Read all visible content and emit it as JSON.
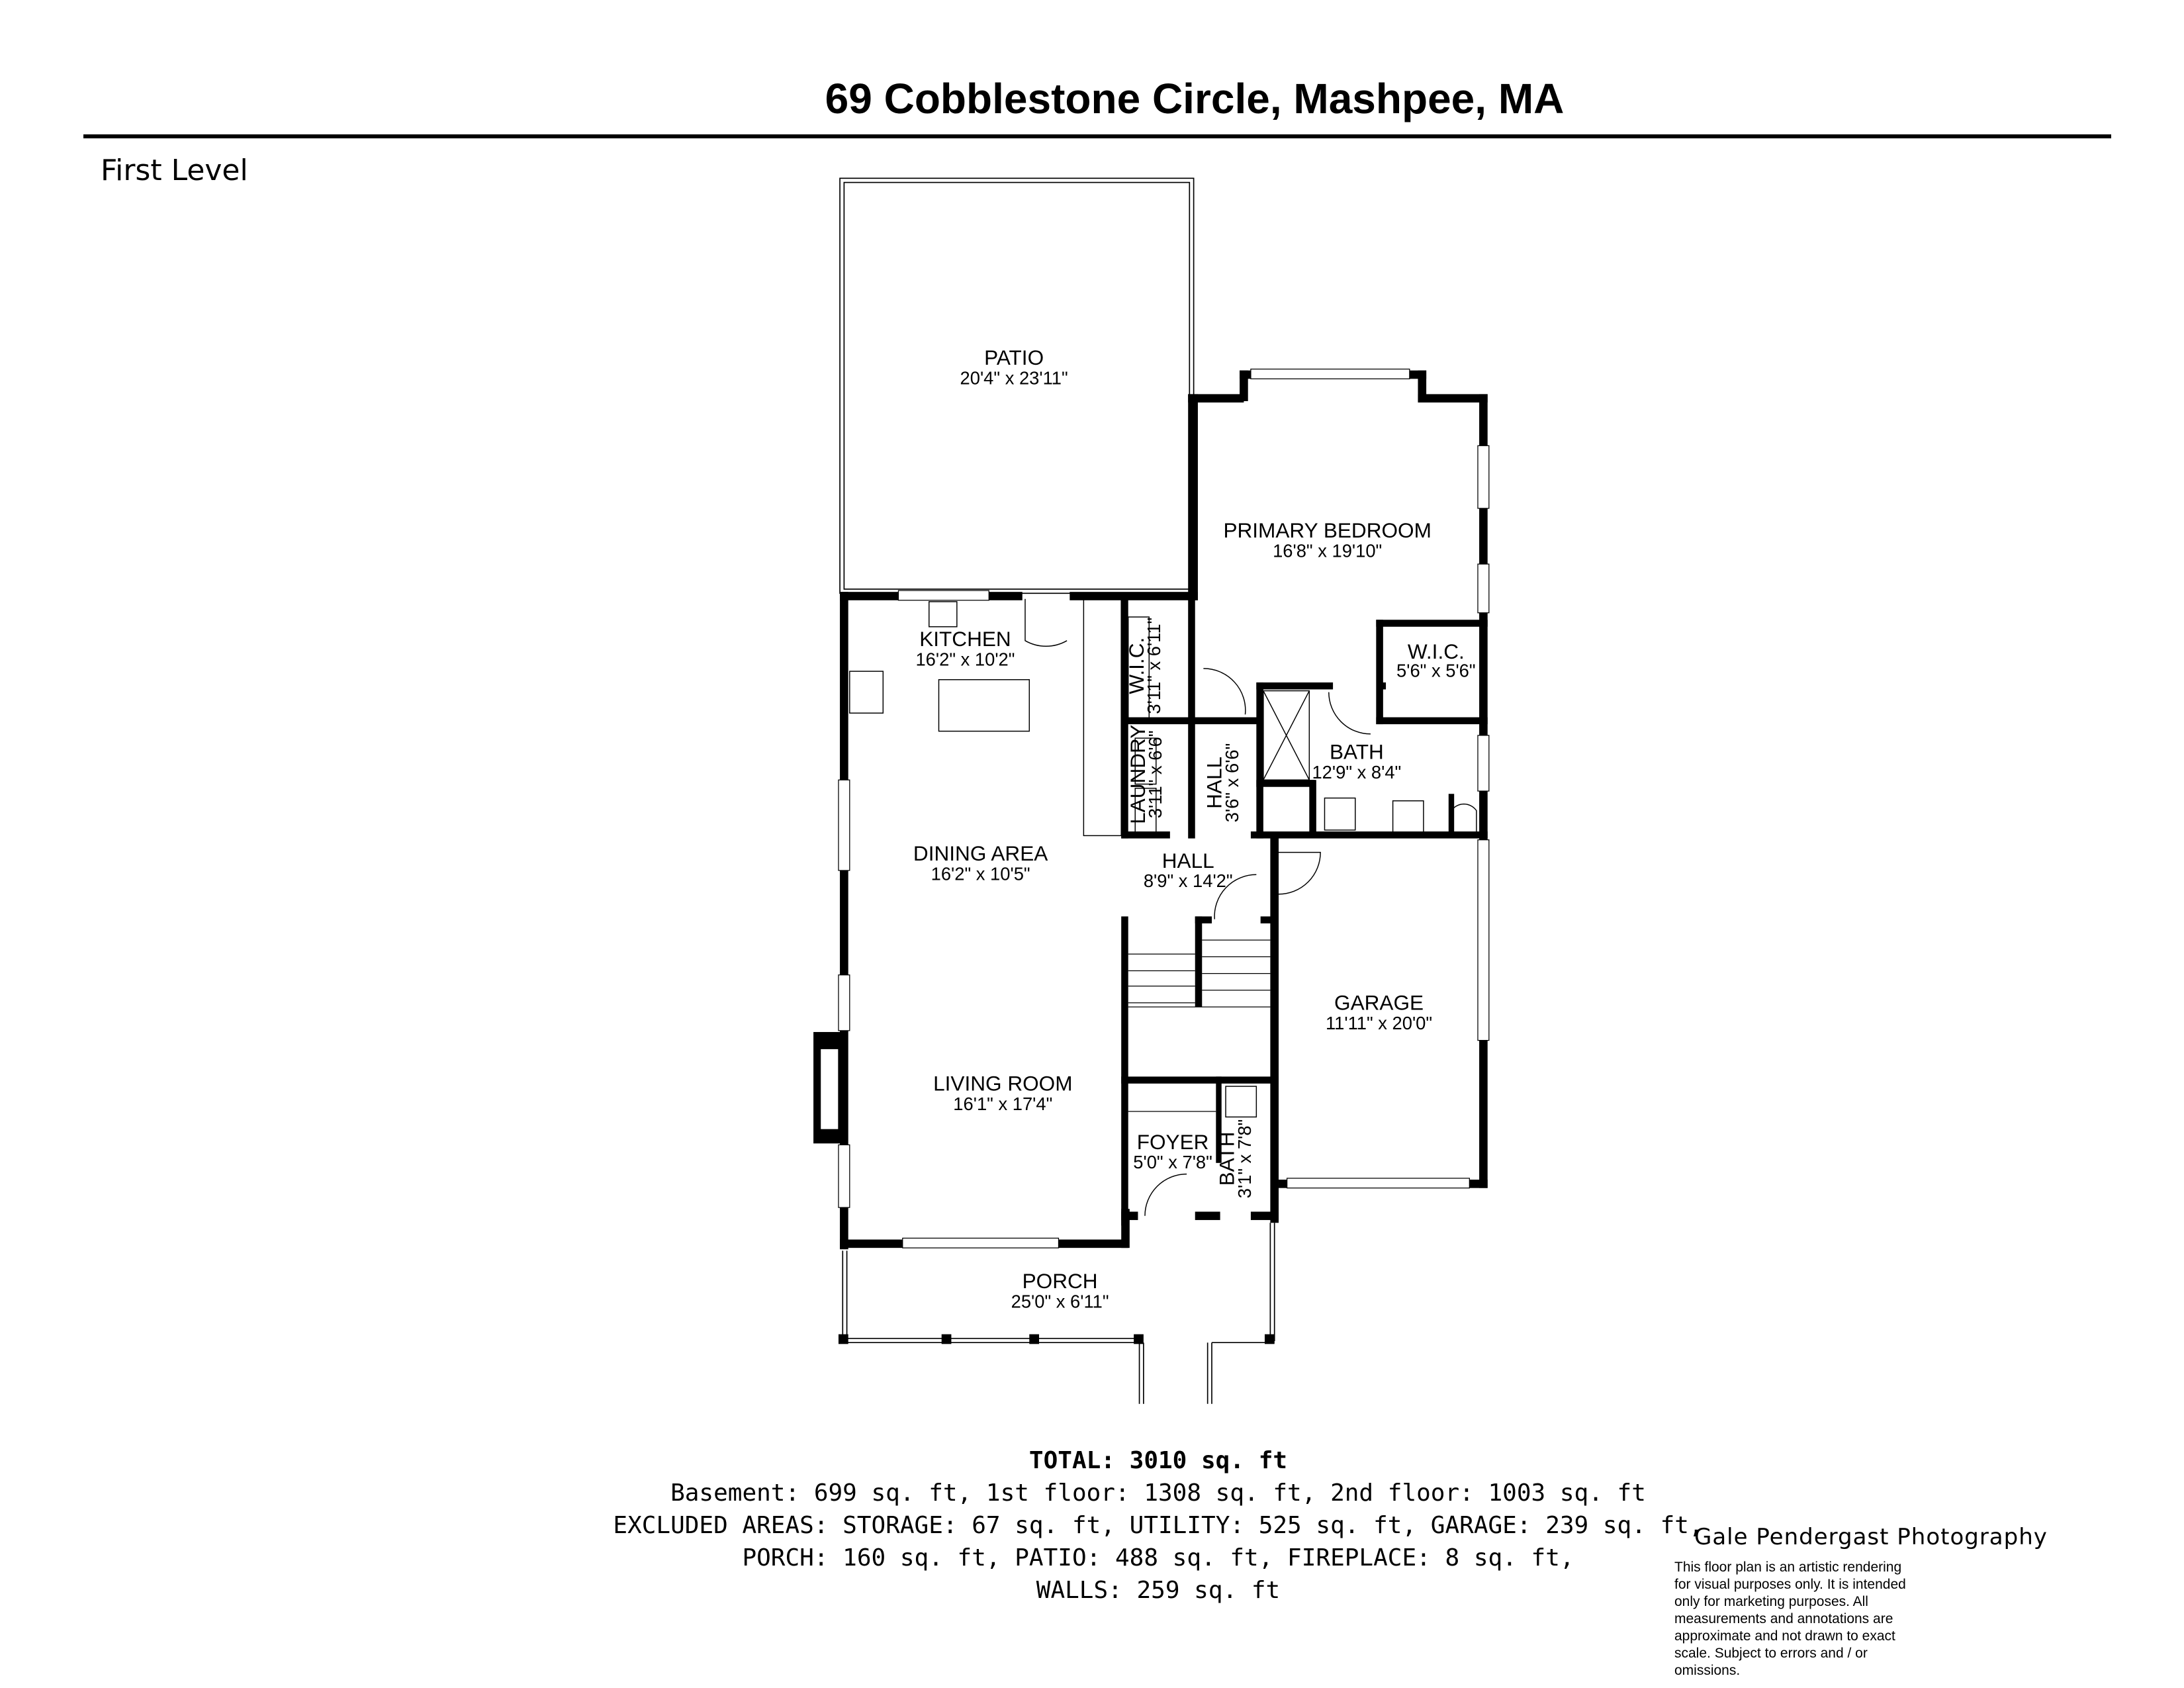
{
  "header": {
    "title": "69 Cobblestone Circle, Mashpee,  MA",
    "level": "First Level"
  },
  "rooms": {
    "patio": {
      "name": "PATIO",
      "dims": "20'4\" x 23'11\""
    },
    "primary_bedroom": {
      "name": "PRIMARY BEDROOM",
      "dims": "16'8\" x 19'10\""
    },
    "kitchen": {
      "name": "KITCHEN",
      "dims": "16'2\" x 10'2\""
    },
    "wic_small": {
      "name": "W.I.C.",
      "dims": "3'11\" x 6'11\""
    },
    "wic_primary": {
      "name": "W.I.C.",
      "dims": "5'6\" x 5'6\""
    },
    "laundry": {
      "name": "LAUNDRY",
      "dims": "3'11\" x 6'6\""
    },
    "hall_small": {
      "name": "HALL",
      "dims": "3'6\" x 6'6\""
    },
    "bath_primary": {
      "name": "BATH",
      "dims": "12'9\" x 8'4\""
    },
    "dining": {
      "name": "DINING AREA",
      "dims": "16'2\" x 10'5\""
    },
    "hall": {
      "name": "HALL",
      "dims": "8'9\" x 14'2\""
    },
    "garage": {
      "name": "GARAGE",
      "dims": "11'11\" x 20'0\""
    },
    "living": {
      "name": "LIVING ROOM",
      "dims": "16'1\" x 17'4\""
    },
    "foyer": {
      "name": "FOYER",
      "dims": "5'0\" x 7'8\""
    },
    "bath_half": {
      "name": "BATH",
      "dims": "3'1\" x 7'8\""
    },
    "porch": {
      "name": "PORCH",
      "dims": "25'0\" x 6'11\""
    }
  },
  "summary": {
    "total": "TOTAL: 3010 sq. ft",
    "line1": "Basement: 699 sq. ft, 1st floor: 1308 sq. ft, 2nd floor: 1003 sq. ft",
    "line2": "EXCLUDED AREAS: STORAGE: 67 sq. ft, UTILITY: 525 sq. ft, GARAGE: 239 sq. ft,",
    "line3": "PORCH: 160 sq. ft, PATIO: 488 sq. ft, FIREPLACE: 8 sq. ft,",
    "line4": "WALLS: 259 sq. ft"
  },
  "footer": {
    "brand": "Gale Pendergast Photography",
    "disclaimer": "This floor plan is an artistic rendering for visual purposes only. It is intended only for marketing purposes. All measurements and annotations are approximate and not drawn to exact scale. Subject to errors and / or omissions."
  }
}
